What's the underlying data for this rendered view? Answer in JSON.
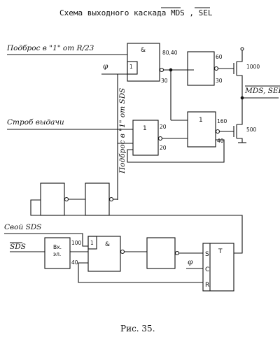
{
  "title": "Схема выходного каскада  MDS , SEL",
  "caption": "Рис. 35.",
  "signals": {
    "podbros_r": "Подброс в \"1\" от R/23",
    "phi_top": "φ",
    "strob": "Строб выдачи",
    "podbros_sds": "Подброс в \"1\" от SDS",
    "svoi_sds": "Свой SDS",
    "sds_input": "SDS",
    "phi_bottom": "φ",
    "output": "MDS, SEL"
  },
  "gates": {
    "and_top": {
      "symbol": "&",
      "inv_input": "1",
      "pin_in": "80,40",
      "pin_out": "30"
    },
    "inv_top": {
      "pin_top": "60",
      "pin_bottom": "30"
    },
    "or_mid": {
      "symbol": "1",
      "pin_top": "20",
      "pin_bottom": "20"
    },
    "or_right": {
      "symbol": "1",
      "pin_top": "160",
      "pin_bottom": "40"
    },
    "conv": {
      "label1": "Вх.",
      "label2": "эл.",
      "pin_top": "100",
      "pin_bottom": "40"
    },
    "and_bottom": {
      "symbol": "&",
      "inv_input": "1"
    },
    "trigger": {
      "symbol": "T",
      "s": "S",
      "c": "C",
      "r": "R"
    }
  },
  "transistors": {
    "top": "1000",
    "bottom": "500"
  }
}
